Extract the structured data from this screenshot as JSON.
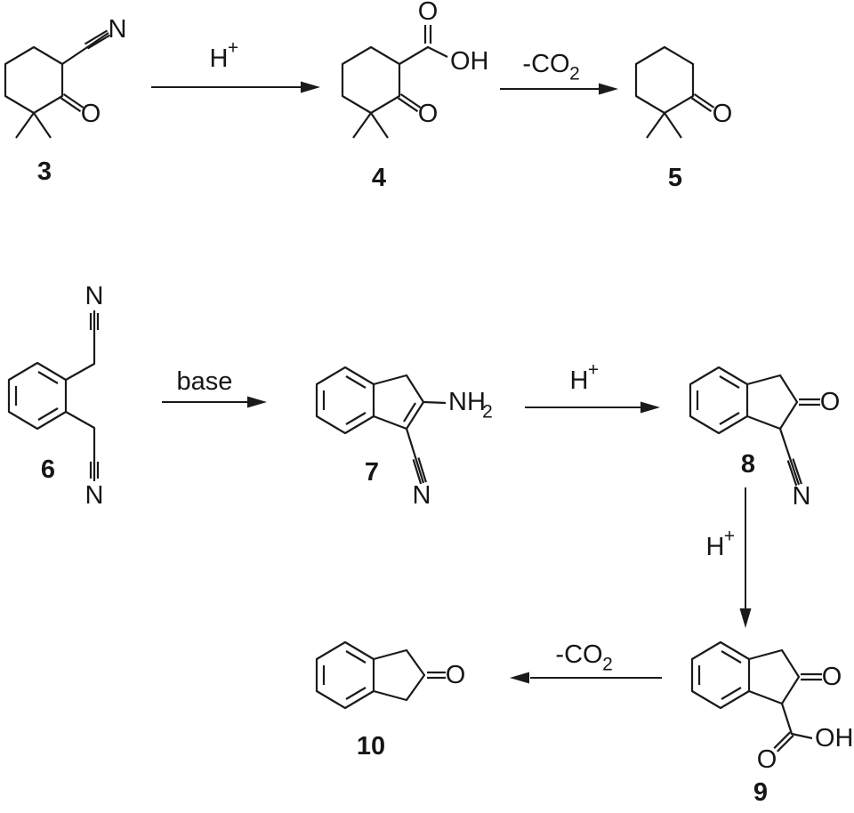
{
  "colors": {
    "ink": "#1a1a1a",
    "background": "#ffffff"
  },
  "compounds": {
    "c3": {
      "number": "3",
      "nitrile_n": "N",
      "ketone_o": "O"
    },
    "c4": {
      "number": "4",
      "acid_o": "O",
      "acid_oh": "OH",
      "ketone_o": "O"
    },
    "c5": {
      "number": "5",
      "ketone_o": "O"
    },
    "c6": {
      "number": "6",
      "nitrile_n_top": "N",
      "nitrile_n_bottom": "N"
    },
    "c7": {
      "number": "7",
      "amine_nh": "NH",
      "amine_sub": "2",
      "nitrile_n": "N"
    },
    "c8": {
      "number": "8",
      "ketone_o": "O",
      "nitrile_n": "N"
    },
    "c9": {
      "number": "9",
      "ketone_o": "O",
      "acid_o": "O",
      "acid_oh": "OH"
    },
    "c10": {
      "number": "10",
      "ketone_o": "O"
    }
  },
  "reactions": {
    "r1": {
      "reagent": "H",
      "sup": "+"
    },
    "r2": {
      "reagent": "-CO",
      "sub": "2"
    },
    "r3": {
      "reagent": "base"
    },
    "r4": {
      "reagent": "H",
      "sup": "+"
    },
    "r5": {
      "reagent": "H",
      "sup": "+"
    },
    "r6": {
      "reagent": "-CO",
      "sub": "2"
    }
  }
}
